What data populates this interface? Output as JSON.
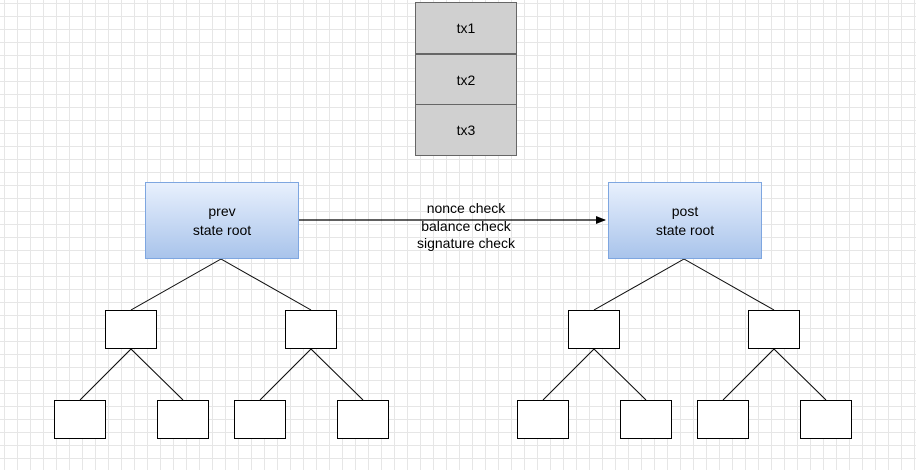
{
  "transactions": [
    "tx1",
    "tx2",
    "tx3"
  ],
  "prev_root": {
    "line1": "prev",
    "line2": "state root"
  },
  "post_root": {
    "line1": "post",
    "line2": "state root"
  },
  "checks": [
    "nonce check",
    "balance check",
    "signature check"
  ],
  "colors": {
    "tx_fill": "#d0d0d0",
    "tx_border": "#666666",
    "root_gradient_top": "#e8f0fd",
    "root_gradient_bottom": "#a9c4eb",
    "root_border": "#7ea6e0",
    "line": "#000000",
    "grid": "#e6e6e6"
  }
}
